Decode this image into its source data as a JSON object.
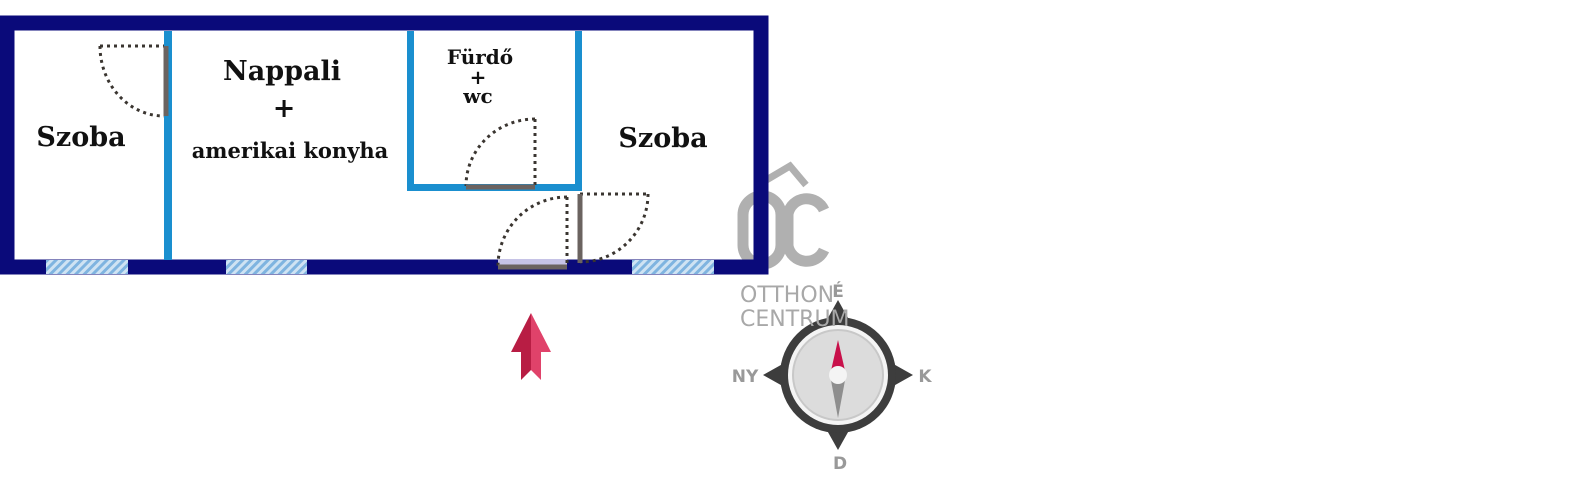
{
  "rooms": {
    "left_room": "Szoba",
    "living_line1": "Nappali",
    "living_plus": "+",
    "living_line2": "amerikai konyha",
    "bath_line1": "Fürdő",
    "bath_plus": "+",
    "bath_line2": "wc",
    "right_room": "Szoba"
  },
  "logo": {
    "mark": "OC",
    "line1": "OTTHON",
    "line2": "CENTRUM"
  },
  "compass": {
    "north": "É",
    "south": "D",
    "east": "K",
    "west": "NY"
  },
  "colors": {
    "outer_wall": "#0a0a7a",
    "inner_wall": "#1a8fcf",
    "window": "#9cc8e8",
    "entrance_arrow": "#d0284f",
    "compass_needle": "#c8104a"
  }
}
